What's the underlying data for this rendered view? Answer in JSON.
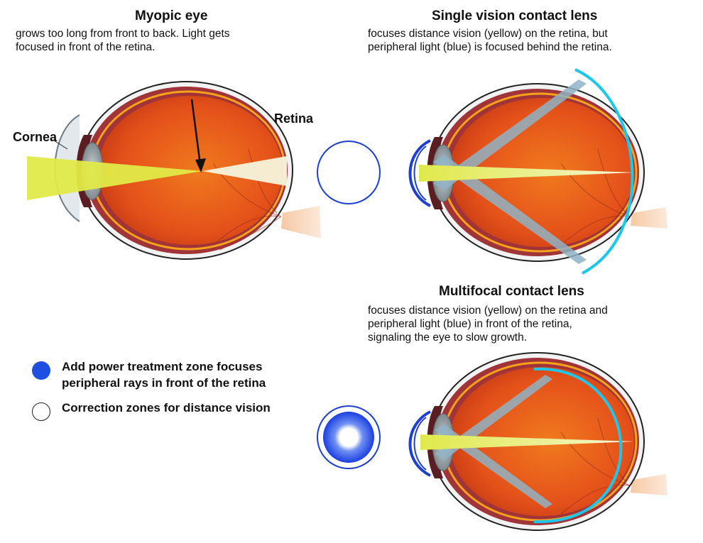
{
  "myopic": {
    "title": "Myopic eye",
    "description": [
      "grows too long from front to back. Light gets",
      "focused in front of the retina."
    ],
    "cornea_label": "Cornea",
    "retina_label": "Retina"
  },
  "single_vision": {
    "title": "Single vision contact lens",
    "description": [
      "focuses distance vision (yellow) on the retina, but",
      "peripheral light (blue) is focused behind the retina."
    ]
  },
  "multifocal": {
    "title": "Multifocal contact lens",
    "description": [
      "focuses distance vision (yellow) on the retina and",
      "peripheral light (blue) in front of the retina,",
      "signaling the eye to slow growth."
    ]
  },
  "legend": {
    "add_power": [
      "Add power treatment zone focuses",
      "peripheral rays in front of the retina"
    ],
    "correction": "Correction zones for distance vision"
  },
  "colors": {
    "eye_interior": "#e8561a",
    "retina_line": "#f6a21a",
    "distance_light_yellow": "#e6ec5a",
    "peripheral_light_blue": "#8fb3c4",
    "lens_blue": "#1f4fe0",
    "focal_curve_cyan": "#1ec6ea"
  },
  "icons": [
    "down-arrow-icon",
    "eye-cross-section",
    "contact-lens-ring",
    "multifocal-lens-disc"
  ]
}
